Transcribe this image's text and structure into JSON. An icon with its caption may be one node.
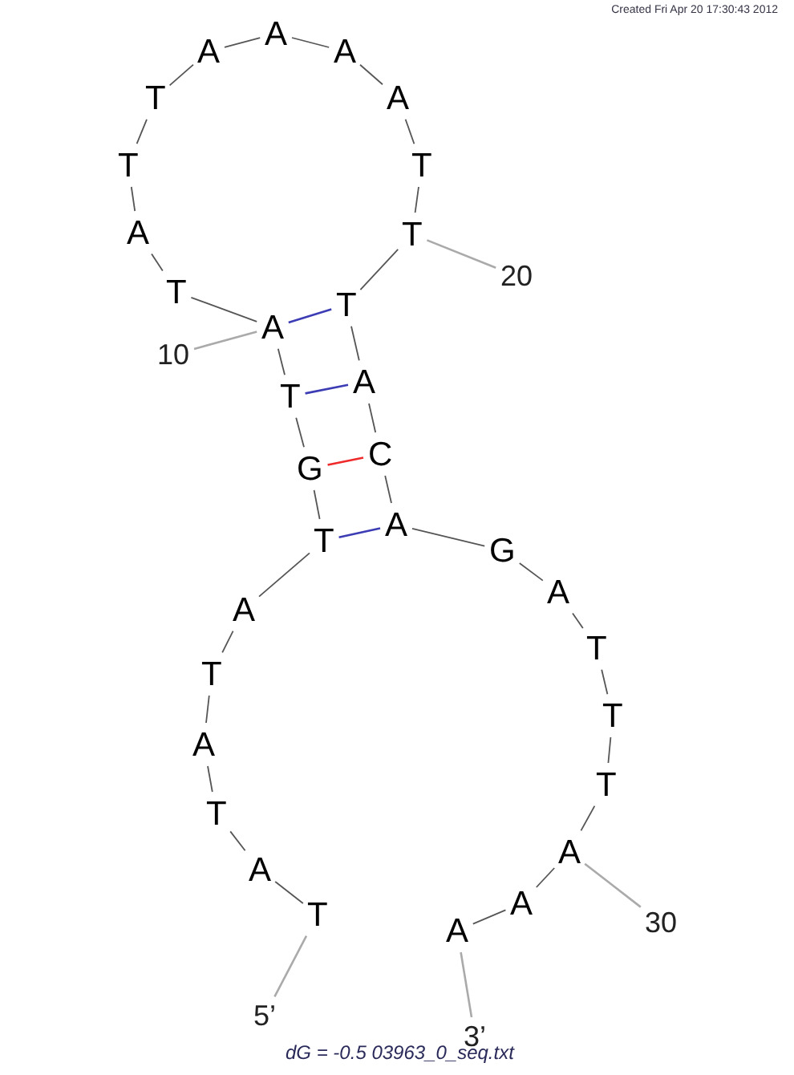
{
  "diagram": {
    "caption": "dG = -0.5 03963_0_seq.txt",
    "nodes": [
      {
        "text": [
          "T"
        ]
      },
      {
        "text": [
          "A"
        ]
      },
      {
        "text": [
          "T"
        ]
      },
      {
        "text": [
          "A"
        ]
      },
      {
        "text": [
          "T"
        ]
      },
      {
        "text": [
          "A"
        ]
      },
      {
        "text": [
          "T"
        ]
      },
      {
        "text": [
          "G"
        ]
      },
      {
        "text": [
          "T"
        ]
      },
      {
        "text": [
          "A"
        ]
      },
      {
        "text": [
          "T"
        ]
      },
      {
        "text": [
          "A"
        ]
      },
      {
        "text": [
          "T"
        ]
      },
      {
        "text": [
          "T"
        ]
      },
      {
        "text": [
          "A"
        ]
      },
      {
        "text": [
          "A"
        ]
      },
      {
        "text": [
          "A"
        ]
      },
      {
        "text": [
          "A"
        ]
      },
      {
        "text": [
          "T"
        ]
      },
      {
        "text": [
          "T"
        ]
      },
      {
        "text": [
          "T"
        ]
      },
      {
        "text": [
          "A"
        ]
      },
      {
        "text": [
          "C"
        ]
      },
      {
        "text": [
          "A"
        ]
      },
      {
        "text": [
          "G"
        ]
      },
      {
        "text": [
          "A"
        ]
      },
      {
        "text": [
          "T"
        ]
      },
      {
        "text": [
          "T"
        ]
      },
      {
        "text": [
          "T"
        ]
      },
      {
        "text": [
          "A"
        ]
      },
      {
        "text": [
          "A"
        ]
      },
      {
        "text": [
          "A"
        ]
      },
      {
        "text": [
          "5’"
        ]
      },
      {
        "text": [
          "10"
        ]
      },
      {
        "text": [
          "20"
        ]
      },
      {
        "text": [
          "30"
        ]
      },
      {
        "text": [
          "3’"
        ]
      }
    ],
    "edges": [
      {
        "from": 0,
        "to": 1,
        "arrow": "none"
      },
      {
        "from": 1,
        "to": 2,
        "arrow": "none"
      },
      {
        "from": 2,
        "to": 3,
        "arrow": "none"
      },
      {
        "from": 3,
        "to": 4,
        "arrow": "none"
      },
      {
        "from": 4,
        "to": 5,
        "arrow": "none"
      },
      {
        "from": 5,
        "to": 6,
        "arrow": "none"
      },
      {
        "from": 6,
        "to": 7,
        "arrow": "none"
      },
      {
        "from": 7,
        "to": 8,
        "arrow": "none"
      },
      {
        "from": 8,
        "to": 9,
        "arrow": "none"
      },
      {
        "from": 9,
        "to": 10,
        "arrow": "none"
      },
      {
        "from": 10,
        "to": 11,
        "arrow": "none"
      },
      {
        "from": 11,
        "to": 12,
        "arrow": "none"
      },
      {
        "from": 12,
        "to": 13,
        "arrow": "none"
      },
      {
        "from": 13,
        "to": 14,
        "arrow": "none"
      },
      {
        "from": 14,
        "to": 15,
        "arrow": "none"
      },
      {
        "from": 15,
        "to": 16,
        "arrow": "none"
      },
      {
        "from": 16,
        "to": 17,
        "arrow": "none"
      },
      {
        "from": 17,
        "to": 18,
        "arrow": "none"
      },
      {
        "from": 18,
        "to": 19,
        "arrow": "none"
      },
      {
        "from": 19,
        "to": 20,
        "arrow": "none"
      },
      {
        "from": 20,
        "to": 21,
        "arrow": "none"
      },
      {
        "from": 21,
        "to": 22,
        "arrow": "none"
      },
      {
        "from": 22,
        "to": 23,
        "arrow": "none"
      },
      {
        "from": 23,
        "to": 24,
        "arrow": "none"
      },
      {
        "from": 24,
        "to": 25,
        "arrow": "none"
      },
      {
        "from": 25,
        "to": 26,
        "arrow": "none"
      },
      {
        "from": 26,
        "to": 27,
        "arrow": "none"
      },
      {
        "from": 27,
        "to": 28,
        "arrow": "none"
      },
      {
        "from": 28,
        "to": 29,
        "arrow": "none"
      },
      {
        "from": 29,
        "to": 30,
        "arrow": "none"
      },
      {
        "from": 30,
        "to": 31,
        "arrow": "none"
      },
      {
        "from": 9,
        "to": 20,
        "arrow": "none",
        "color": "#3c3cb4"
      },
      {
        "from": 8,
        "to": 21,
        "arrow": "none",
        "color": "#3c3cb4"
      },
      {
        "from": 7,
        "to": 22,
        "arrow": "none",
        "color": "#ee2a2a"
      },
      {
        "from": 6,
        "to": 23,
        "arrow": "none",
        "color": "#3c3cb4"
      },
      {
        "from": 32,
        "to": 0,
        "arrow": "none",
        "color": "#aaaaaa"
      },
      {
        "from": 33,
        "to": 9,
        "arrow": "none",
        "color": "#aaaaaa"
      },
      {
        "from": 34,
        "to": 19,
        "arrow": "none",
        "color": "#aaaaaa"
      },
      {
        "from": 35,
        "to": 29,
        "arrow": "none",
        "color": "#aaaaaa"
      },
      {
        "from": 36,
        "to": 31,
        "arrow": "none",
        "color": "#aaaaaa"
      }
    ],
    "labels": [
      "Created Fri Apr 20 17:30:43 2012"
    ]
  }
}
